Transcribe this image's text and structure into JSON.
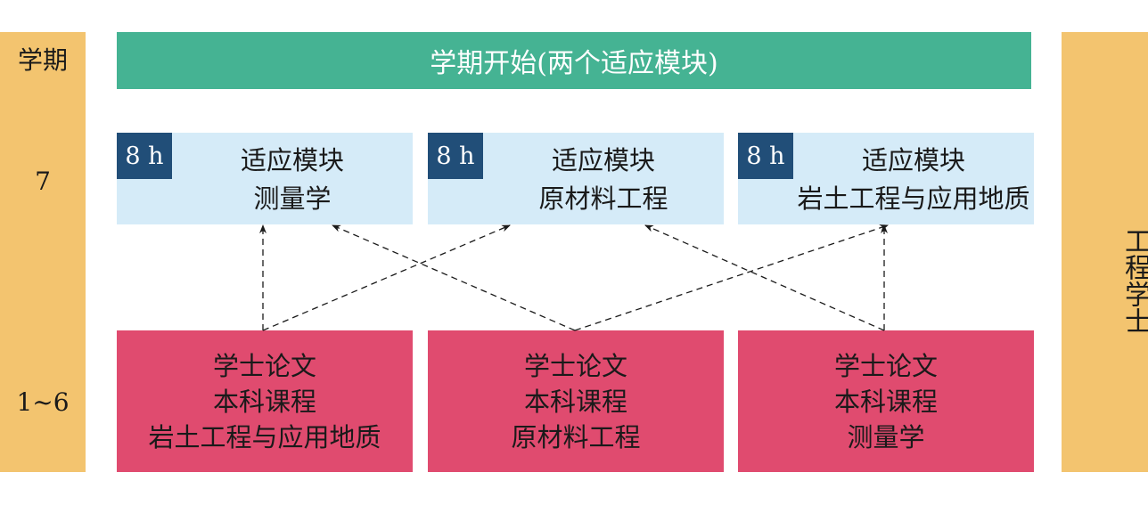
{
  "semester_column": {
    "title": "学期",
    "row_7": "7",
    "row_1_6": "1~6"
  },
  "degree_label": "工程学士",
  "header": {
    "title": "学期开始(两个适应模块)",
    "color": "#45b393"
  },
  "adaptation_modules": [
    {
      "hours": "8 h",
      "line1": "适应模块",
      "line2": "测量学"
    },
    {
      "hours": "8 h",
      "line1": "适应模块",
      "line2": "原材料工程"
    },
    {
      "hours": "8 h",
      "line1": "适应模块",
      "line2": "岩土工程与应用地质"
    }
  ],
  "bachelor_programs": [
    {
      "line1": "学士论文",
      "line2": "本科课程",
      "line3": "岩土工程与应用地质"
    },
    {
      "line1": "学士论文",
      "line2": "本科课程",
      "line3": "原材料工程"
    },
    {
      "line1": "学士论文",
      "line2": "本科课程",
      "line3": "测量学"
    }
  ],
  "colors": {
    "side_bar": "#f3c46f",
    "module_box": "#d5ebf8",
    "hours_badge": "#214e78",
    "program_box": "#e04b6f"
  }
}
